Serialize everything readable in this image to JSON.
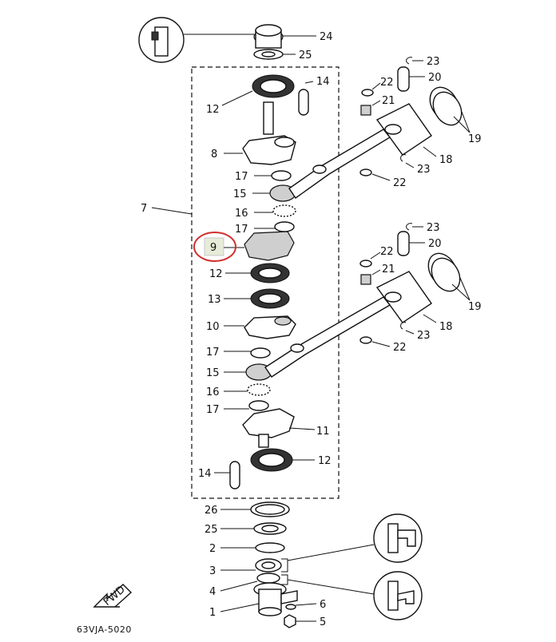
{
  "diagram": {
    "code": "63VJA-5020",
    "fwd_label": "FWD",
    "highlight_color": "#d32f2f",
    "callouts": {
      "c24": "24",
      "c25a": "25",
      "c23a": "23",
      "c14a": "14",
      "c22a": "22",
      "c20a": "20",
      "c12a": "12",
      "c21a": "21",
      "c19a": "19",
      "c18a": "18",
      "c8": "8",
      "c23b": "23",
      "c17a": "17",
      "c22b": "22",
      "c15a": "15",
      "c7": "7",
      "c16a": "16",
      "c17b": "17",
      "c23c": "23",
      "c20b": "20",
      "c9": "9",
      "c22c": "22",
      "c21b": "21",
      "c12b": "12",
      "c19b": "19",
      "c13": "13",
      "c18b": "18",
      "c23d": "23",
      "c10": "10",
      "c22d": "22",
      "c17c": "17",
      "c15b": "15",
      "c16b": "16",
      "c17d": "17",
      "c11": "11",
      "c12c": "12",
      "c14b": "14",
      "c26": "26",
      "c25b": "25",
      "c2": "2",
      "c3": "3",
      "c4": "4",
      "c6": "6",
      "c1": "1",
      "c5": "5"
    }
  }
}
